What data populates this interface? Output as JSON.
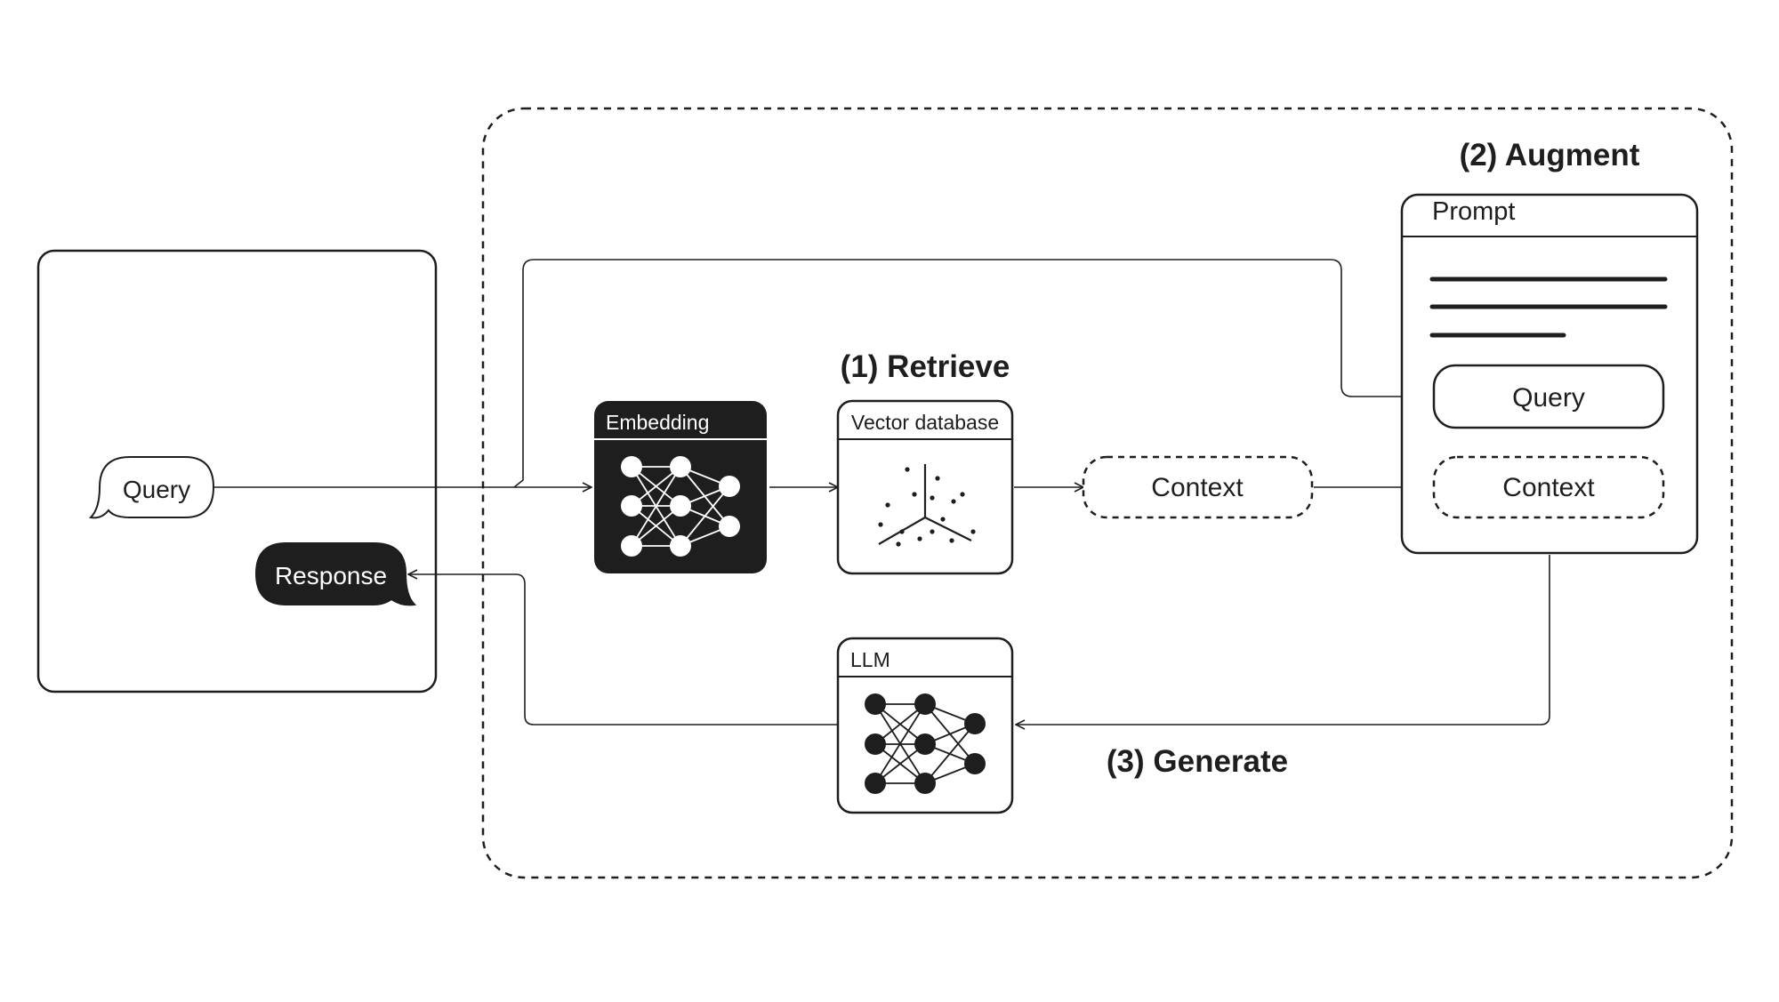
{
  "colors": {
    "ink": "#1e1e1e",
    "background": "#ffffff"
  },
  "steps": {
    "retrieve": "(1) Retrieve",
    "augment": "(2) Augment",
    "generate": "(3) Generate"
  },
  "client": {
    "query_bubble": "Query",
    "response_bubble": "Response"
  },
  "components": {
    "embedding": {
      "title": "Embedding",
      "icon": "neural-network-icon"
    },
    "vector_database": {
      "title": "Vector database",
      "icon": "scatter-3d-icon"
    },
    "context": "Context",
    "llm": {
      "title": "LLM",
      "icon": "neural-network-icon"
    }
  },
  "prompt": {
    "title": "Prompt",
    "query": "Query",
    "context": "Context"
  }
}
